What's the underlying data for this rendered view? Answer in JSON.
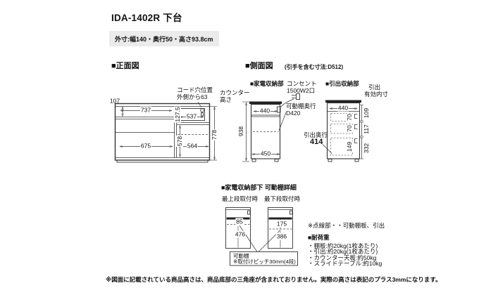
{
  "title": "IDA-1402R 下台",
  "subtitle": "外寸:幅140・奥行50・高さ93.8cm",
  "front_view": {
    "header": "■正面図",
    "cord_hole_line1": "コード穴位置",
    "cord_hole_line2": "外側から63",
    "dims": {
      "top_drawer_h": "107",
      "top_w": "737",
      "slot_h": "127.5",
      "slot_w": "537",
      "open_h": "578",
      "right_h": "778",
      "left_w": "675",
      "open_w": "564"
    }
  },
  "side_view": {
    "header": "■側面図",
    "header_note": "(引手を含む寸法:D512)",
    "appliance": {
      "header": "■家電収納部",
      "counter_label_line1": "カウンター",
      "counter_label_line2": "高さ",
      "outlet_line1": "コンセント",
      "outlet_line2": "1500W2口",
      "shelf_line1": "可動棚奥行",
      "shelf_line2": "D420",
      "dims": {
        "counter_h": "938",
        "inner_w": "440",
        "base_w": "450"
      }
    },
    "drawer_unit": {
      "header": "■引出収納部",
      "inner_label_line1": "引出",
      "inner_label_line2": "有効内寸",
      "depth_label": "引出奥行",
      "depth_value": "414",
      "dims": {
        "inner_w": "440",
        "box1": "70",
        "box2": "70",
        "box3": "149",
        "eff1": "109",
        "eff2": "117",
        "eff3": "332"
      }
    }
  },
  "shelf_detail": {
    "header": "■家電収納部下 可動棚詳細",
    "left_label": "最上段取付時",
    "right_label": "最下段取付時",
    "left_top": "85",
    "left_bottom": "476",
    "right_top": "175",
    "right_bottom": "386",
    "callout_line1": "可動棚",
    "callout_line2": "※取付けピッチ30mm(4段)"
  },
  "notes": {
    "dotted_note": "※点線部・・可動棚板、引出",
    "load_header": "■耐荷重",
    "items": [
      "・棚板:約20kg(1枚あたり)",
      "・引出:約20kg(1枚あたり)",
      "・カウンター天板:約50kg",
      "・スライドテーブル:約10kg"
    ]
  },
  "footer": "※図面に記載されている商品高さは、商品底部の三角座が含まれておりません。実際の高さは表記のプラス3mmになります。"
}
